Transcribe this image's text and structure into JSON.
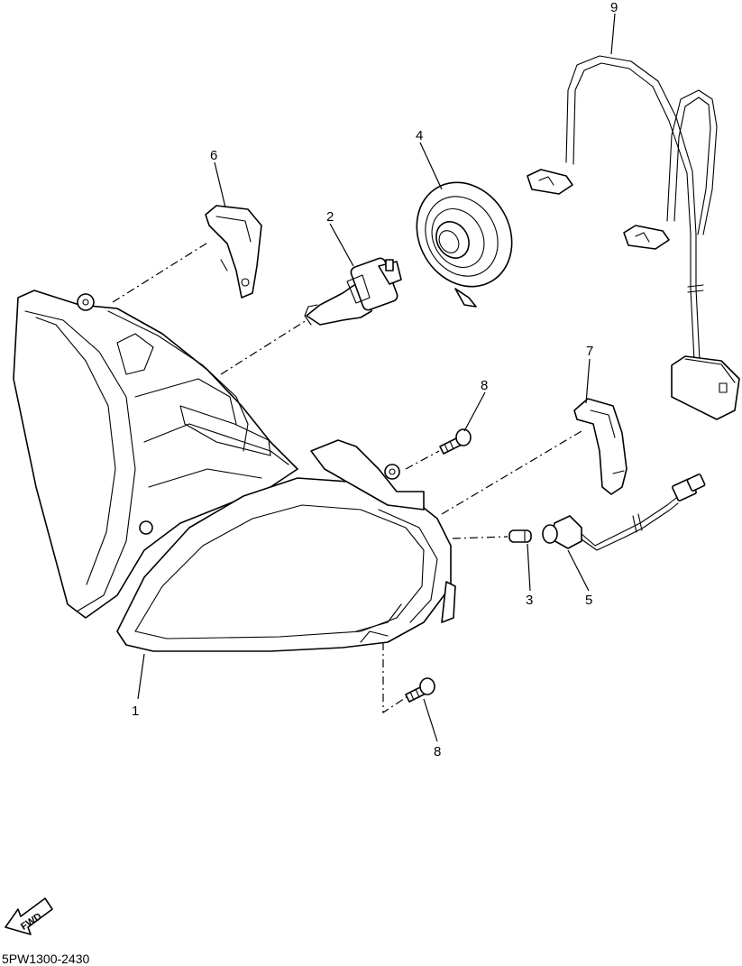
{
  "diagram": {
    "callouts": {
      "c1": "1",
      "c2": "2",
      "c3": "3",
      "c4": "4",
      "c5": "5",
      "c6": "6",
      "c7": "7",
      "c8a": "8",
      "c8b": "8",
      "c9": "9"
    },
    "fwd_label": "FWD",
    "diagram_code": "5PW1300-2430"
  }
}
